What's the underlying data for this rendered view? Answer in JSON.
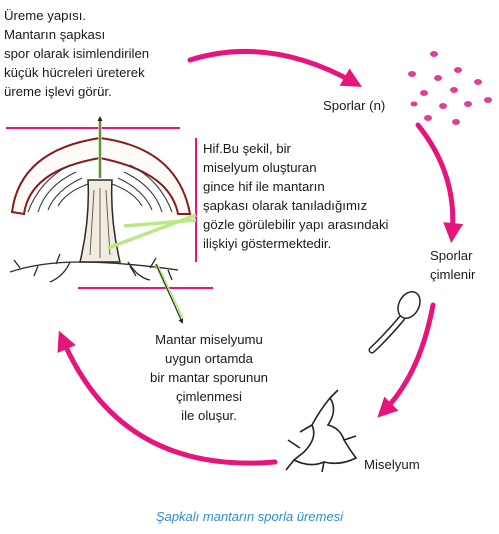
{
  "texts": {
    "ureme_info": "Üreme yapısı.\nMantarın şapkası\nspor olarak isimlendirilen\nküçük hücreleri üreterek\nüreme işlevi görür.",
    "hif_info": "Hif.Bu şekil, bir\nmiselyum oluşturan\ngince hif ile mantarın\nşapkası olarak tanıladığımız\ngözle görülebilir yapı arasındaki\nilişkiyi göstermektedir.",
    "miselyum_info": "Mantar miselyumu\nuygun ortamda\nbir mantar sporunun\nçimlenmesi\nile oluşur."
  },
  "stages": {
    "spores": "Sporlar (n)",
    "germination": "Sporlar\nçimlenir",
    "mycelium": "Miselyum"
  },
  "caption": "Şapkalı mantarın sporla üremesi",
  "colors": {
    "cycle_arrow": "#e5157b",
    "spore": "#e43d97",
    "mushroom_outline": "#2a2a2a",
    "cap_rim": "#8b1a1a",
    "pointer_line": "#b8e986",
    "caption": "#2f8fc7"
  }
}
